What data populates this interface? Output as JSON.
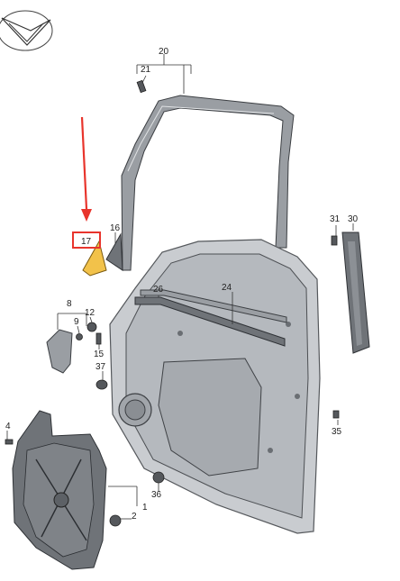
{
  "colors": {
    "arrow": "#e8342c",
    "highlight_box": "#e8342c",
    "highlight_part": "#f2c24a"
  },
  "icons": {
    "logo": "vw-arrow-logo-icon"
  },
  "labels": {
    "l2": "2",
    "l4": "4",
    "l8": "8",
    "l9": "9",
    "l12": "12",
    "l15": "15",
    "l16": "16",
    "l17": "17",
    "l20": "20",
    "l21": "21",
    "l24": "24",
    "l26": "26",
    "l30": "30",
    "l31": "31",
    "l35": "35",
    "l36": "36",
    "l37": "37",
    "l1": "1"
  }
}
